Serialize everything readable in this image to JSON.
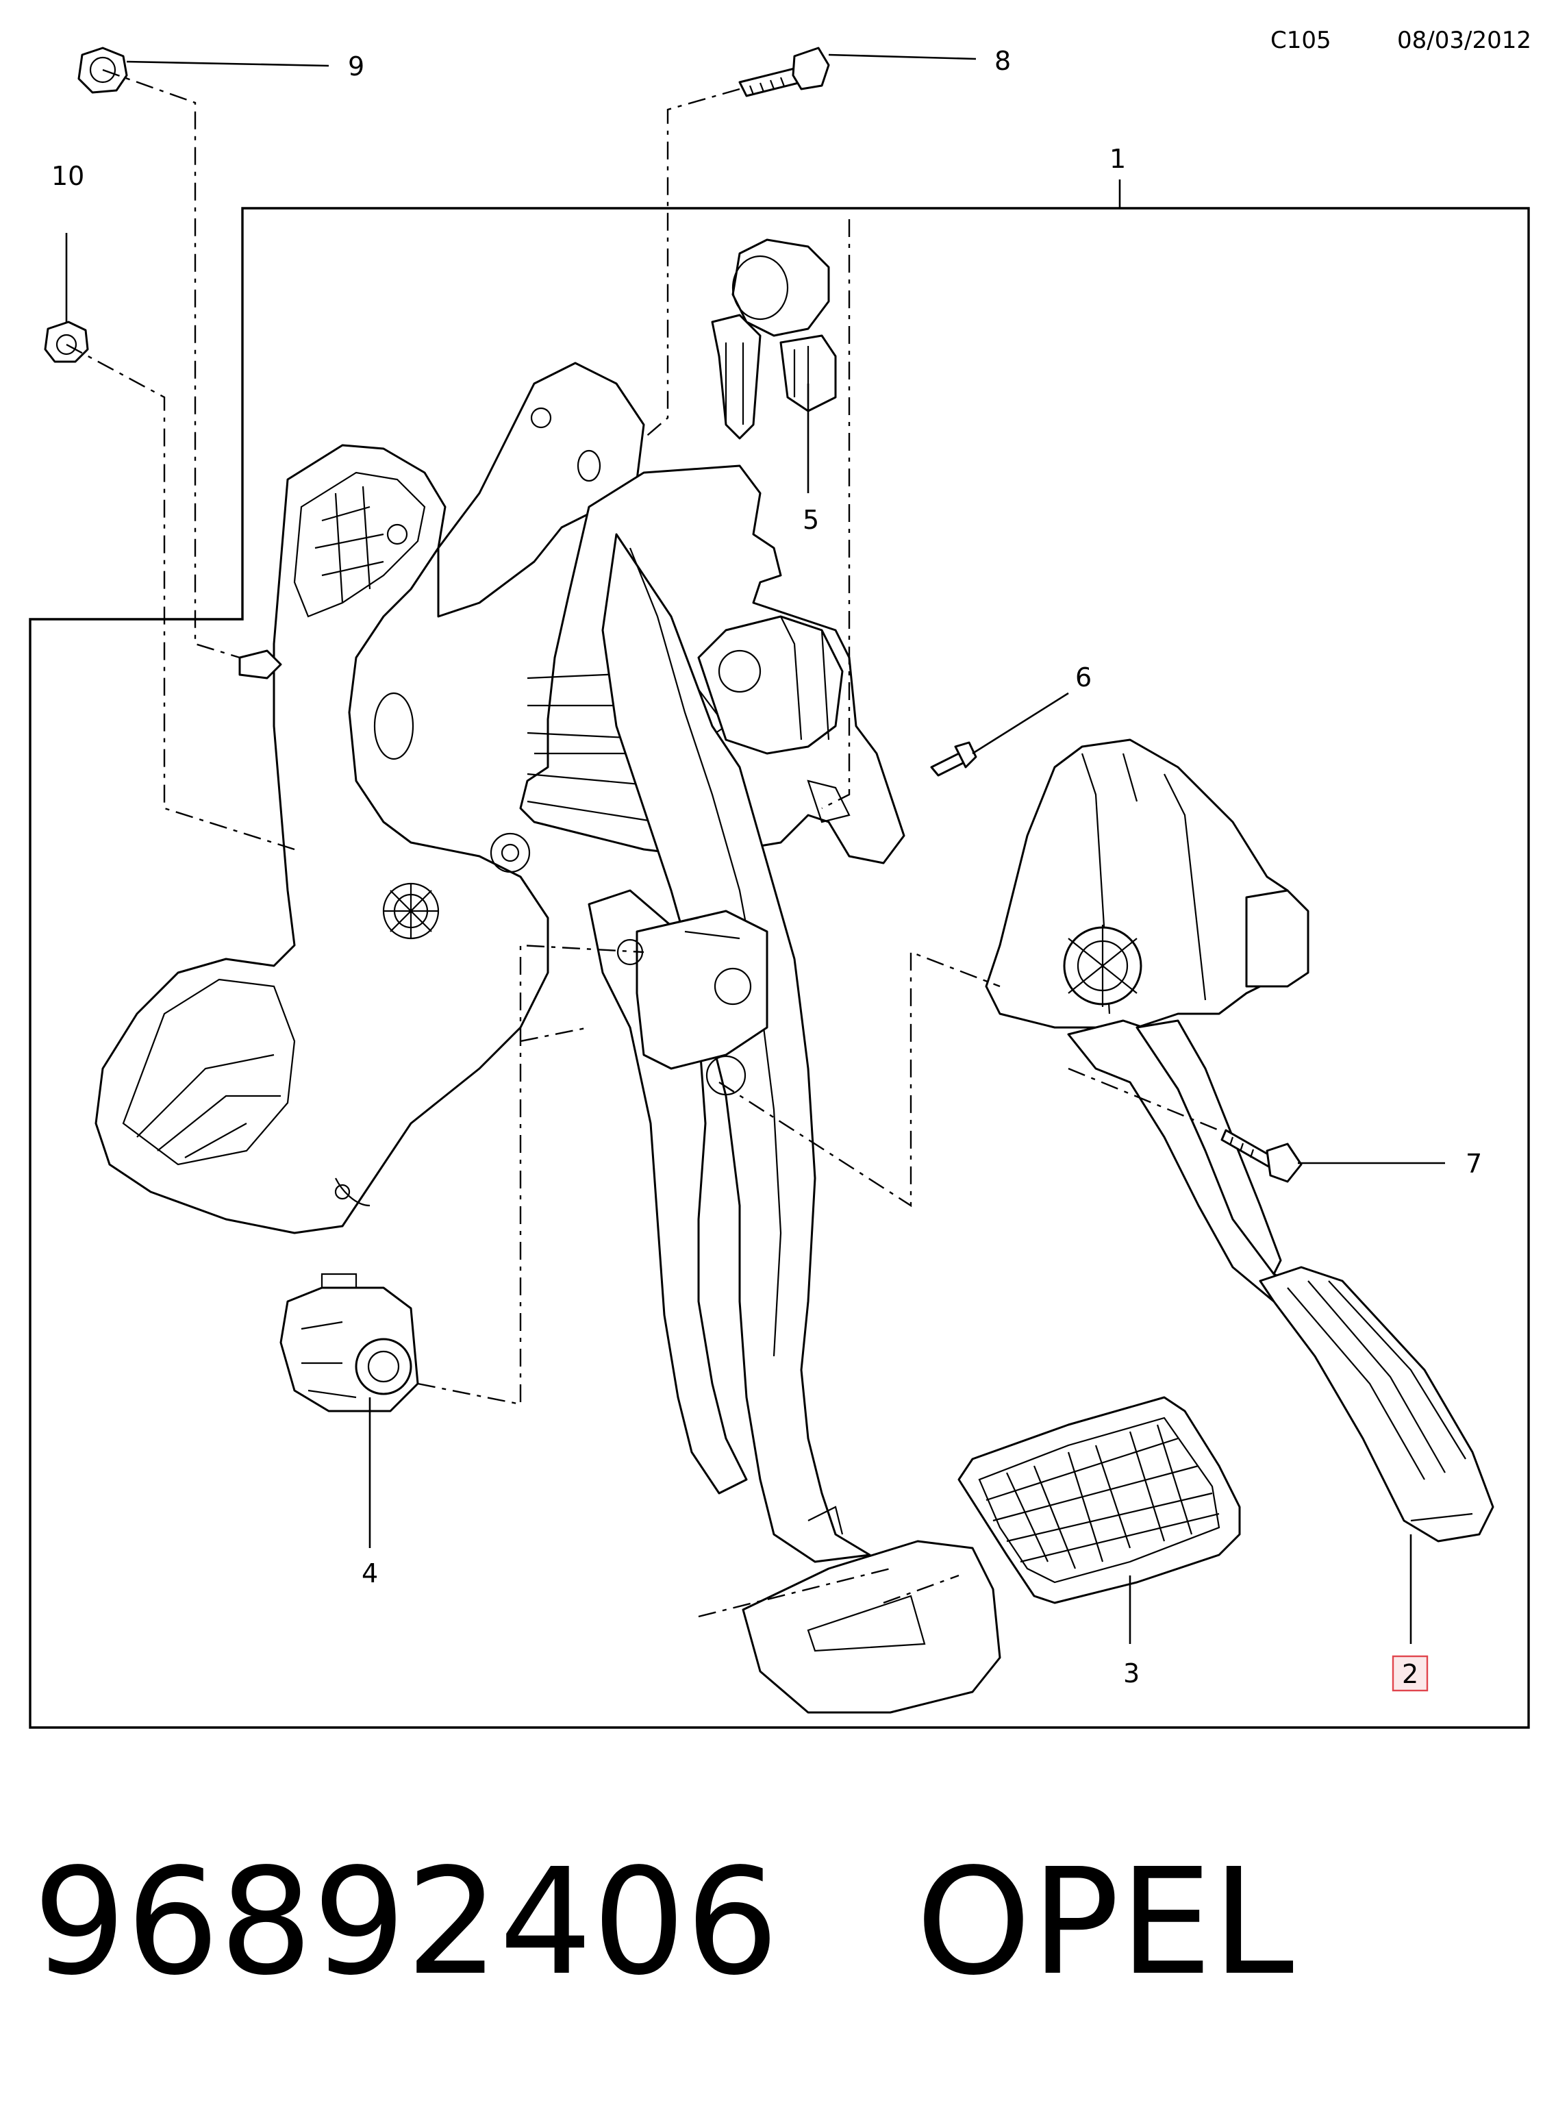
{
  "header": {
    "diagram_code": "C105",
    "date": "08/03/2012"
  },
  "callouts": {
    "c1": "1",
    "c2": "2",
    "c3": "3",
    "c4": "4",
    "c5": "5",
    "c6": "6",
    "c7": "7",
    "c8": "8",
    "c9": "9",
    "c10": "10"
  },
  "highlight_color": "#e0454d",
  "footer": {
    "part_number": "96892406",
    "brand": "OPEL"
  }
}
